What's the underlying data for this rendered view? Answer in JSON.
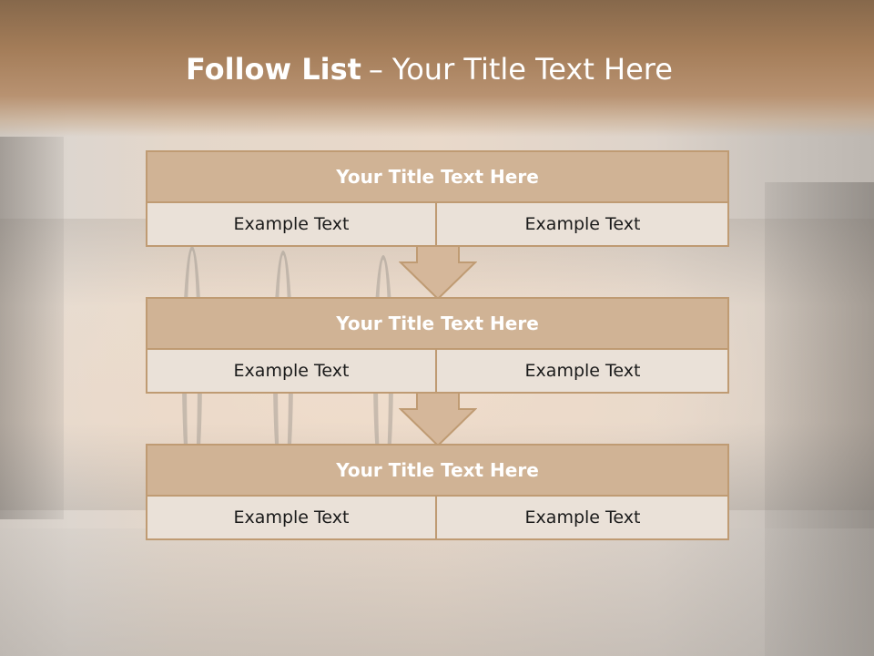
{
  "slide": {
    "title_bold": "Follow List",
    "title_dash": "–",
    "title_rest": "Your Title Text Here"
  },
  "blocks": [
    {
      "title": "Your Title Text Here",
      "left": "Example Text",
      "right": "Example Text"
    },
    {
      "title": "Your Title Text Here",
      "left": "Example Text",
      "right": "Example Text"
    },
    {
      "title": "Your Title Text Here",
      "left": "Example Text",
      "right": "Example Text"
    }
  ],
  "colors": {
    "header": "#a37c58",
    "block_title": "#d0b395",
    "block_border": "#bf9b73",
    "block_body": "#eae1d8",
    "arrow_fill": "#d5b79a"
  }
}
